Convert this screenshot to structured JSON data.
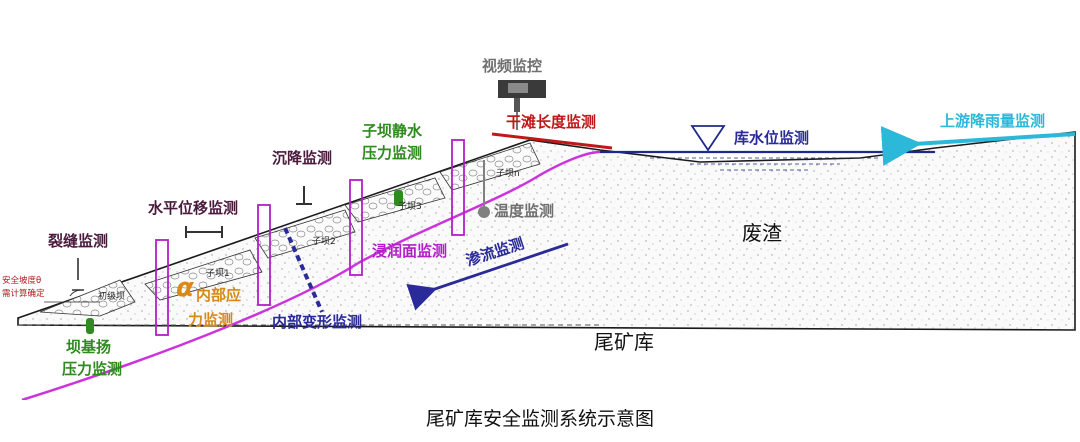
{
  "title": "尾矿库安全监测系统示意图",
  "labels": {
    "video": "视频监控",
    "beach": "干滩长度监测",
    "reservoir_level": "库水位监测",
    "rain": "上游降雨量监测",
    "settlement": "沉降监测",
    "subdam_pressure_1": "子坝静水",
    "subdam_pressure_2": "压力监测",
    "horizontal": "水平位移监测",
    "crack": "裂缝监测",
    "slope_1": "安全坡度θ",
    "slope_2": "需计算确定",
    "internal_stress_1": "内部应",
    "internal_stress_2": "力监测",
    "alpha": "α",
    "base_pressure_1": "坝基扬",
    "base_pressure_2": "压力监测",
    "phreatic": "浸润面监测",
    "seepage": "渗流监测",
    "temperature": "温度监测",
    "internal_deform": "内部变形监测",
    "waste": "废渣",
    "tailings": "尾矿库"
  },
  "dams": {
    "initial": "初级坝",
    "sub1": "子坝1",
    "sub2": "子坝2",
    "sub3": "子坝3",
    "subn": "子坝n"
  },
  "colors": {
    "label_dark": "#4a1a3c",
    "green": "#2f8a1f",
    "purple": "#b21fc7",
    "navy": "#2a2a9a",
    "gray": "#707070",
    "red": "#c01818",
    "orange": "#d88a16",
    "cyan": "#2cb8d8",
    "water_line": "#1e2a8a",
    "phreatic_line": "#cc33dd"
  }
}
